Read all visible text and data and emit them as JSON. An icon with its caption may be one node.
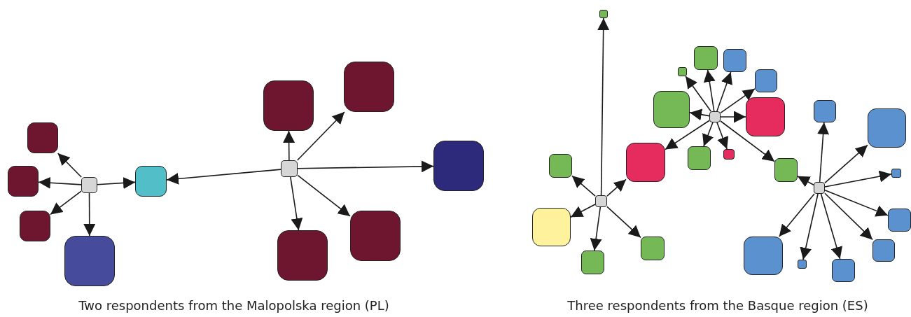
{
  "diagram": {
    "nodes": [
      {
        "text": [],
        "shape": "box"
      },
      {
        "text": [],
        "shape": "box"
      },
      {
        "text": [],
        "shape": "box"
      },
      {
        "text": [],
        "shape": "box"
      },
      {
        "text": [],
        "shape": "box"
      },
      {
        "text": [],
        "shape": "box"
      },
      {
        "text": [],
        "shape": "box"
      },
      {
        "text": [],
        "shape": "box"
      },
      {
        "text": [],
        "shape": "box"
      },
      {
        "text": [],
        "shape": "box"
      },
      {
        "text": [],
        "shape": "box"
      },
      {
        "text": [],
        "shape": "box"
      },
      {
        "text": [],
        "shape": "box"
      },
      {
        "text": [],
        "shape": "box"
      },
      {
        "text": [],
        "shape": "box"
      },
      {
        "text": [],
        "shape": "box"
      },
      {
        "text": [],
        "shape": "box"
      },
      {
        "text": [],
        "shape": "box"
      },
      {
        "text": [],
        "shape": "box"
      },
      {
        "text": [],
        "shape": "box"
      },
      {
        "text": [],
        "shape": "box"
      },
      {
        "text": [],
        "shape": "box"
      },
      {
        "text": [],
        "shape": "box"
      },
      {
        "text": [],
        "shape": "box"
      },
      {
        "text": [],
        "shape": "box"
      },
      {
        "text": [],
        "shape": "box"
      },
      {
        "text": [],
        "shape": "box"
      },
      {
        "text": [],
        "shape": "box"
      },
      {
        "text": [],
        "shape": "box"
      },
      {
        "text": [],
        "shape": "box"
      },
      {
        "text": [],
        "shape": "box"
      },
      {
        "text": [],
        "shape": "box"
      },
      {
        "text": [],
        "shape": "box"
      },
      {
        "text": [],
        "shape": "box"
      },
      {
        "text": [],
        "shape": "box"
      },
      {
        "text": [],
        "shape": "box"
      },
      {
        "text": [],
        "shape": "box"
      },
      {
        "text": [],
        "shape": "box"
      }
    ],
    "edges": [
      {
        "from": 0,
        "to": 1,
        "arrow": "to"
      },
      {
        "from": 0,
        "to": 2,
        "arrow": "to"
      },
      {
        "from": 0,
        "to": 3,
        "arrow": "to"
      },
      {
        "from": 0,
        "to": 4,
        "arrow": "to"
      },
      {
        "from": 0,
        "to": 5,
        "arrow": "to"
      },
      {
        "from": 6,
        "to": 5,
        "arrow": "to"
      },
      {
        "from": 6,
        "to": 7,
        "arrow": "to"
      },
      {
        "from": 6,
        "to": 8,
        "arrow": "to"
      },
      {
        "from": 6,
        "to": 9,
        "arrow": "to"
      },
      {
        "from": 6,
        "to": 10,
        "arrow": "to"
      },
      {
        "from": 6,
        "to": 11,
        "arrow": "to"
      },
      {
        "from": 13,
        "to": 12,
        "arrow": "to"
      },
      {
        "from": 13,
        "to": 14,
        "arrow": "to"
      },
      {
        "from": 13,
        "to": 15,
        "arrow": "to"
      },
      {
        "from": 13,
        "to": 16,
        "arrow": "to"
      },
      {
        "from": 13,
        "to": 17,
        "arrow": "to"
      },
      {
        "from": 13,
        "to": 18,
        "arrow": "to"
      },
      {
        "from": 19,
        "to": 20,
        "arrow": "to"
      },
      {
        "from": 19,
        "to": 21,
        "arrow": "to"
      },
      {
        "from": 19,
        "to": 22,
        "arrow": "to"
      },
      {
        "from": 19,
        "to": 23,
        "arrow": "to"
      },
      {
        "from": 19,
        "to": 24,
        "arrow": "to"
      },
      {
        "from": 19,
        "to": 25,
        "arrow": "to"
      },
      {
        "from": 19,
        "to": 15,
        "arrow": "to"
      },
      {
        "from": 19,
        "to": 26,
        "arrow": "to"
      },
      {
        "from": 19,
        "to": 27,
        "arrow": "to"
      },
      {
        "from": 19,
        "to": 28,
        "arrow": "to"
      },
      {
        "from": 29,
        "to": 28,
        "arrow": "to"
      },
      {
        "from": 29,
        "to": 30,
        "arrow": "to"
      },
      {
        "from": 29,
        "to": 31,
        "arrow": "to"
      },
      {
        "from": 29,
        "to": 32,
        "arrow": "to"
      },
      {
        "from": 29,
        "to": 33,
        "arrow": "to"
      },
      {
        "from": 29,
        "to": 34,
        "arrow": "to"
      },
      {
        "from": 29,
        "to": 35,
        "arrow": "to"
      },
      {
        "from": 29,
        "to": 36,
        "arrow": "to"
      },
      {
        "from": 29,
        "to": 37,
        "arrow": "to"
      }
    ],
    "labels": [
      "Two respondents from the Malopolska region (PL)",
      "Three respondents from the Basque region (ES)"
    ]
  }
}
